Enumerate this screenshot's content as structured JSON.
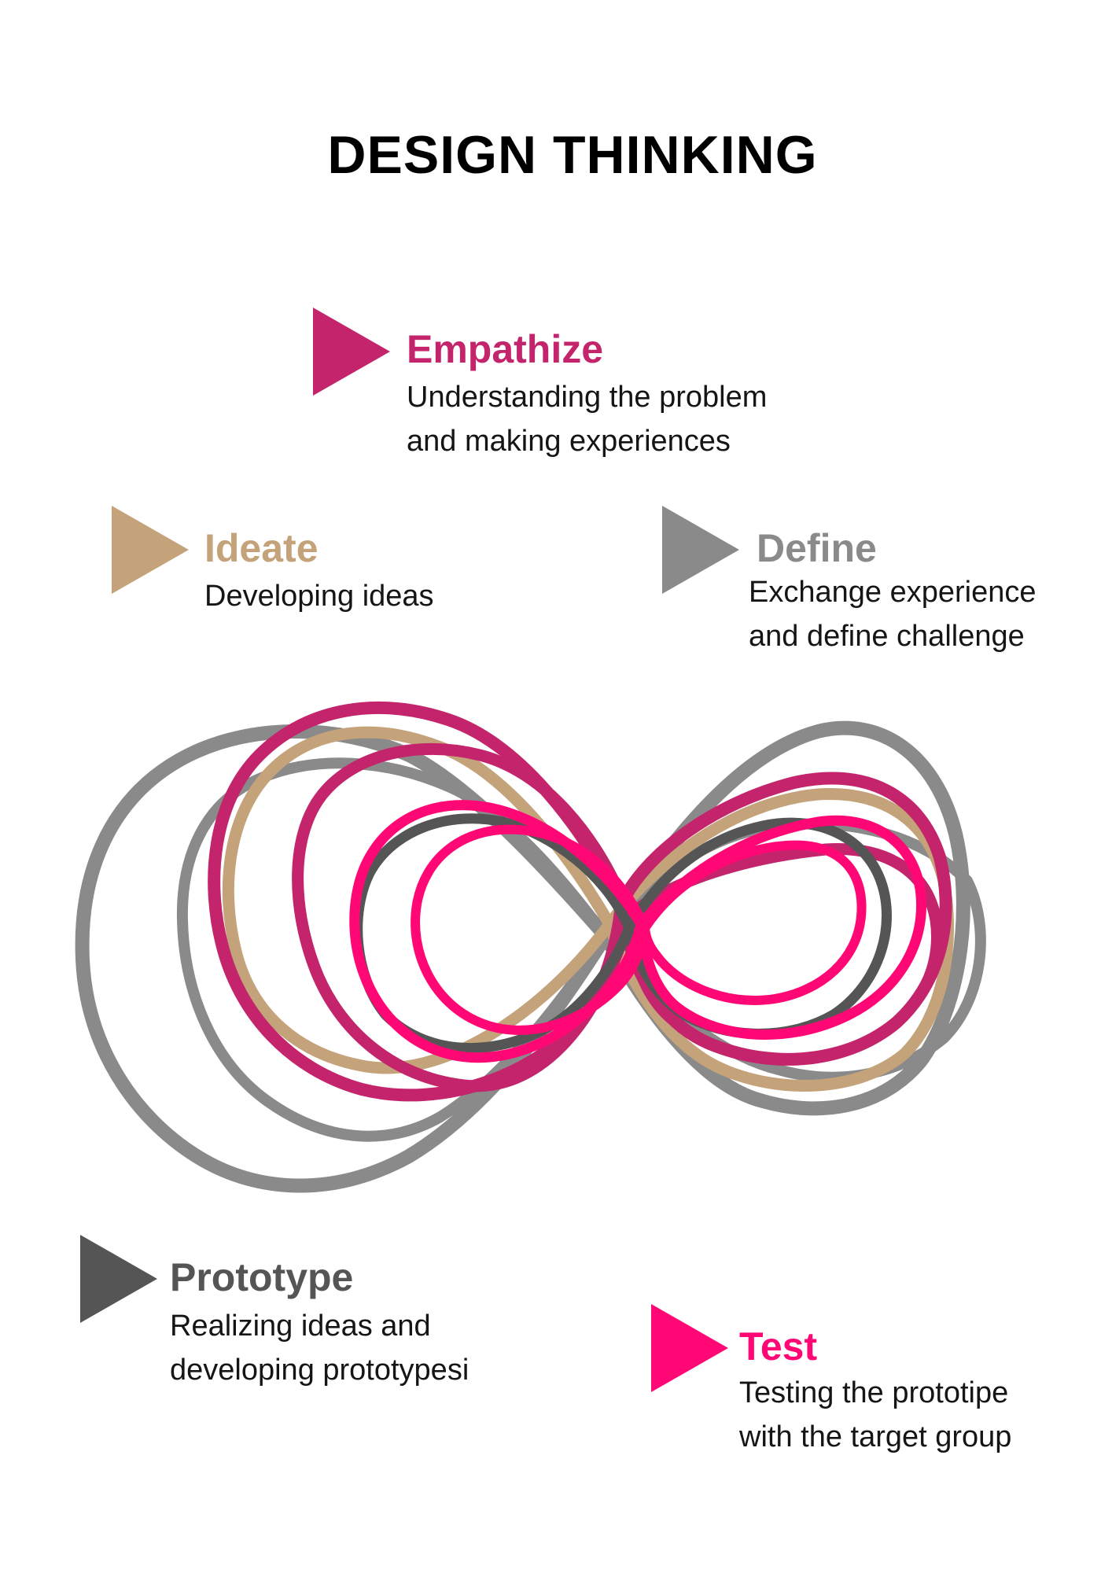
{
  "title": "DESIGN THINKING",
  "colors": {
    "empathize": "#c4246b",
    "ideate": "#c4a27a",
    "define": "#8a8a8a",
    "prototype": "#555555",
    "test": "#ff0876"
  },
  "stages": {
    "empathize": {
      "name": "Empathize",
      "desc": [
        "Understanding the problem",
        "and making experiences"
      ]
    },
    "ideate": {
      "name": "Ideate",
      "desc": [
        "Developing ideas"
      ]
    },
    "define": {
      "name": "Define",
      "desc": [
        "Exchange experience",
        "and define challenge"
      ]
    },
    "prototype": {
      "name": "Prototype",
      "desc": [
        "Realizing ideas and",
        "developing prototypesi"
      ]
    },
    "test": {
      "name": "Test",
      "desc": [
        "Testing the prototipe",
        "with the target group"
      ]
    }
  },
  "loops": [
    {
      "stage": "define",
      "color": "#8a8a8a"
    },
    {
      "stage": "ideate",
      "color": "#c4a27a"
    },
    {
      "stage": "empathize",
      "color": "#c4246b"
    },
    {
      "stage": "prototype",
      "color": "#555555"
    },
    {
      "stage": "test",
      "color": "#ff0876"
    }
  ]
}
